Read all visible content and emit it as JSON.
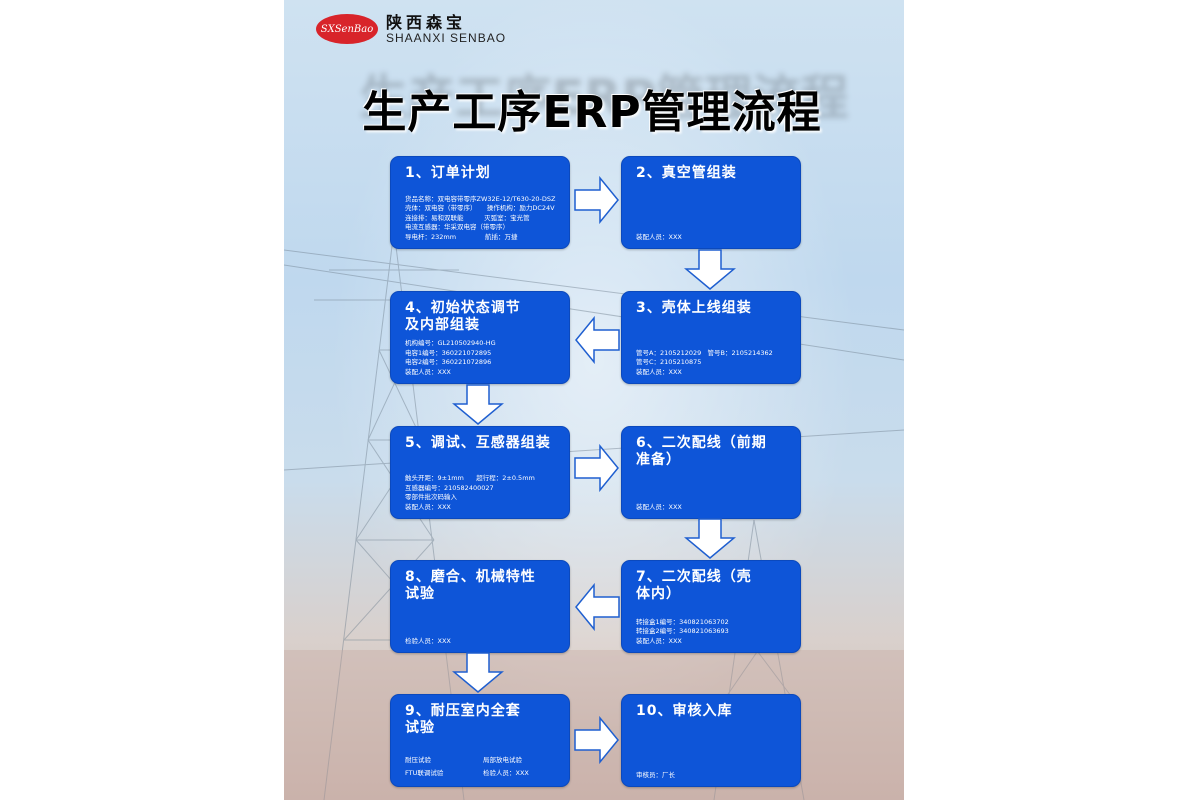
{
  "logo": {
    "badge": "SXSenBao",
    "cn": "陕西森宝",
    "en": "SHAANXI SENBAO"
  },
  "title": "生产工序ERP管理流程",
  "steps": [
    {
      "title": "1、订单计划",
      "lines": [
        "货品名称：双电容带零序ZW32E-12/T630-20-DSZ",
        "壳体：双电容（带零序）     操作机构：励力DC24V",
        "连接排：易和双联能          灭弧室：宝光管",
        "电流互感器：华采双电容（带零序）",
        "导电杆：232mm              航插：万捷"
      ]
    },
    {
      "title": "2、真空管组装",
      "lines": [
        "装配人员：XXX"
      ]
    },
    {
      "title": "3、壳体上线组装",
      "lines": [
        "管号A：2105212029   管号B：2105214362",
        "管号C：2105210875",
        "装配人员：XXX"
      ]
    },
    {
      "title": "4、初始状态调节\n及内部组装",
      "lines": [
        "机构编号：GL210502940-HG",
        "电容1编号：360221072895",
        "电容2编号：360221072896",
        "装配人员：XXX"
      ]
    },
    {
      "title": "5、调试、互感器组装",
      "lines": [
        "触头开距：9±1mm      超行程：2±0.5mm",
        "互感器编号：210582400027",
        "零部件批次码输入",
        "装配人员：XXX"
      ]
    },
    {
      "title": "6、二次配线（前期\n准备）",
      "lines": [
        "装配人员：XXX"
      ]
    },
    {
      "title": "7、二次配线（壳\n体内）",
      "lines": [
        "转接盒1编号：340821063702",
        "转接盒2编号：340821063693",
        "装配人员：XXX"
      ]
    },
    {
      "title": "8、磨合、机械特性\n试验",
      "lines": [
        "检验人员：XXX"
      ]
    },
    {
      "title": "9、耐压室内全套\n试验",
      "grid": [
        "耐压试验",
        "局部放电试验",
        "FTU联调试验",
        "检验人员：XXX"
      ]
    },
    {
      "title": "10、审核入库",
      "lines": [
        "审核员：厂长"
      ]
    }
  ],
  "colors": {
    "box": "#0e55d8",
    "arrow": "#ffffff",
    "arrow_stroke": "#1f5fd0",
    "logo": "#d8242a"
  }
}
